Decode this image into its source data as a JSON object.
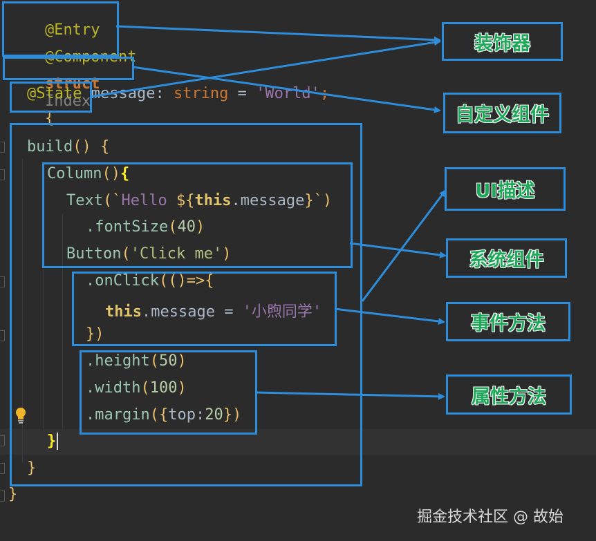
{
  "code": {
    "entry": "@Entry",
    "component": "@Component",
    "struct_kw": "struct",
    "struct_name": "Index",
    "struct_brace": "{",
    "state_ann": "@State",
    "state_var": " message: ",
    "state_type": "string",
    "state_eq": " = ",
    "state_val": "'World'",
    "state_semi": ";",
    "build": "build",
    "build_parens": "() ",
    "build_brace": "{",
    "column": "Column",
    "column_parens": "()",
    "column_brace": "{",
    "text": "Text",
    "text_open": "(`",
    "text_str": "Hello ",
    "text_interp_open": "${",
    "text_this": "this",
    "text_member": ".message",
    "text_interp_close": "}`",
    "text_close": ")",
    "fontsize": ".fontSize",
    "fontsize_open": "(",
    "fontsize_val": "40",
    "fontsize_close": ")",
    "button": "Button",
    "button_open": "(",
    "button_str": "'Click me'",
    "button_close": ")",
    "onclick": ".onClick",
    "onclick_args": "(()=>{",
    "assign_this": "this",
    "assign_member": ".message = ",
    "assign_val": "'小煦同学'",
    "onclick_end": "})",
    "height": ".height",
    "height_open": "(",
    "height_val": "50",
    "height_close": ")",
    "width": ".width",
    "width_open": "(",
    "width_val": "100",
    "width_close": ")",
    "margin": ".margin",
    "margin_open": "({",
    "margin_key": "top:",
    "margin_val": "20",
    "margin_close": "})",
    "column_end": "}",
    "build_end": "}",
    "struct_end": "}"
  },
  "labels": {
    "decorator": "装饰器",
    "custom_component": "自定义组件",
    "ui_description": "UI描述",
    "system_component": "系统组件",
    "event_method": "事件方法",
    "attribute_method": "属性方法"
  },
  "watermark": "掘金技术社区 @ 故始",
  "colors": {
    "annotation_box": "#2e8ddb",
    "label_text": "#1fa85a",
    "editor_bg": "#2b2b2b"
  }
}
